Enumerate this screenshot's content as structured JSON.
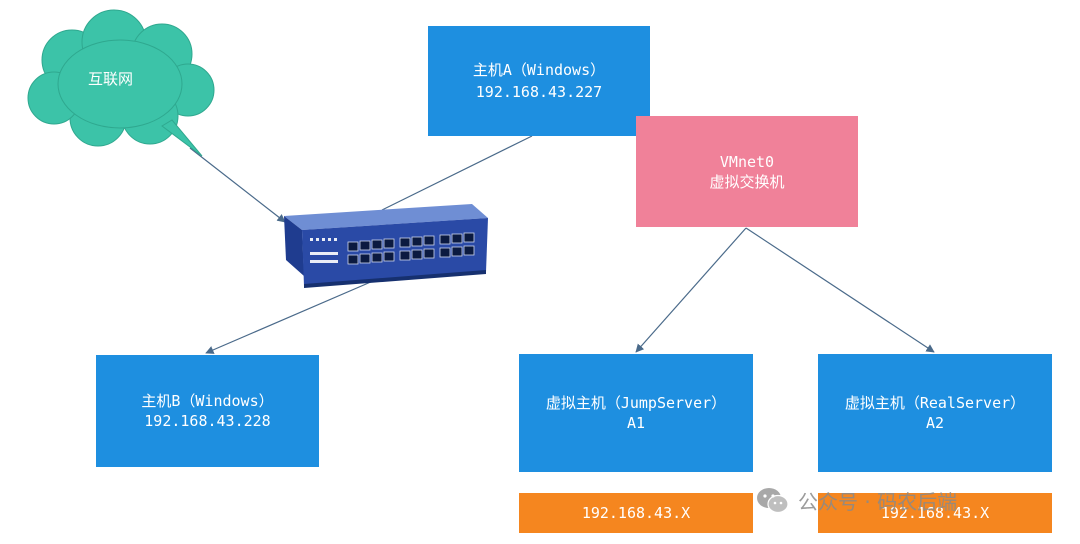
{
  "cloud": {
    "label": "互联网"
  },
  "host_a": {
    "line1": "主机A（Windows）",
    "line2": "192.168.43.227"
  },
  "vmnet": {
    "line1": "VMnet0",
    "line2": "虚拟交换机"
  },
  "host_b": {
    "line1": "主机B（Windows）",
    "line2": "192.168.43.228"
  },
  "vm_a1": {
    "line1": "虚拟主机（JumpServer）",
    "line2": "A1",
    "ip": "192.168.43.X"
  },
  "vm_a2": {
    "line1": "虚拟主机（RealServer）",
    "line2": "A2",
    "ip": "192.168.43.X"
  },
  "watermark": {
    "text": "公众号 · 码农后端"
  },
  "icons": [
    "cloud-icon",
    "network-switch-icon",
    "wechat-icon"
  ],
  "colors": {
    "host_box": "#1e8fe0",
    "vmnet_box": "#f08199",
    "ip_box": "#f5861f",
    "cloud": "#3cc3a8",
    "switch": "#2a4aa6",
    "connector": "#4a6a8a"
  }
}
